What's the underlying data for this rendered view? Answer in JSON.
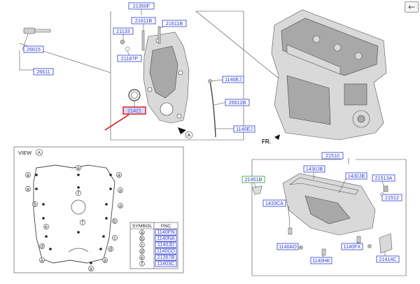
{
  "toolbar": {
    "back_icon": "arrow-left-icon",
    "back_glyph": "←"
  },
  "labels": {
    "p21350F": "21350F",
    "p21611B_a": "21611B",
    "p21611B_b": "21611B",
    "p21133": "21133",
    "p26615": "26615",
    "p26611": "26611",
    "p21187P": "21187P",
    "p1140EJ_a": "1140EJ",
    "p26612B": "26612B",
    "p1140EJ_b": "1140EJ",
    "p21421_selected": "21421",
    "p21510": "21510",
    "p21451B": "21451B",
    "p1430JB_a": "1430JB",
    "p1430JB_b": "1430JB",
    "p21513A": "21513A",
    "p21512": "21512",
    "p1433CA": "1433CA",
    "p1140AO": "1140AO",
    "p1140FX": "1140FX",
    "p1140HK": "1140HK",
    "p21414C": "21414C"
  },
  "view": {
    "title": "VIEW",
    "letter": "A"
  },
  "view_marker_letter": "A",
  "direction_label": "FR.",
  "symbol_table": {
    "headers": [
      "SYMBOL",
      "PNC"
    ],
    "rows": [
      {
        "symbol": "a",
        "pnc": "1140FN"
      },
      {
        "symbol": "b",
        "pnc": "1140NA"
      },
      {
        "symbol": "c",
        "pnc": "1140JD"
      },
      {
        "symbol": "d",
        "pnc": "1140GD"
      },
      {
        "symbol": "e",
        "pnc": "21357B"
      },
      {
        "symbol": "f",
        "pnc": "11403C"
      }
    ]
  },
  "view_symbols": [
    "a",
    "b",
    "c",
    "d",
    "e",
    "f"
  ],
  "colors": {
    "label_blue": "#2a3bd6",
    "highlight_red": "#e01010",
    "highlight_green": "#2a9a2a"
  }
}
